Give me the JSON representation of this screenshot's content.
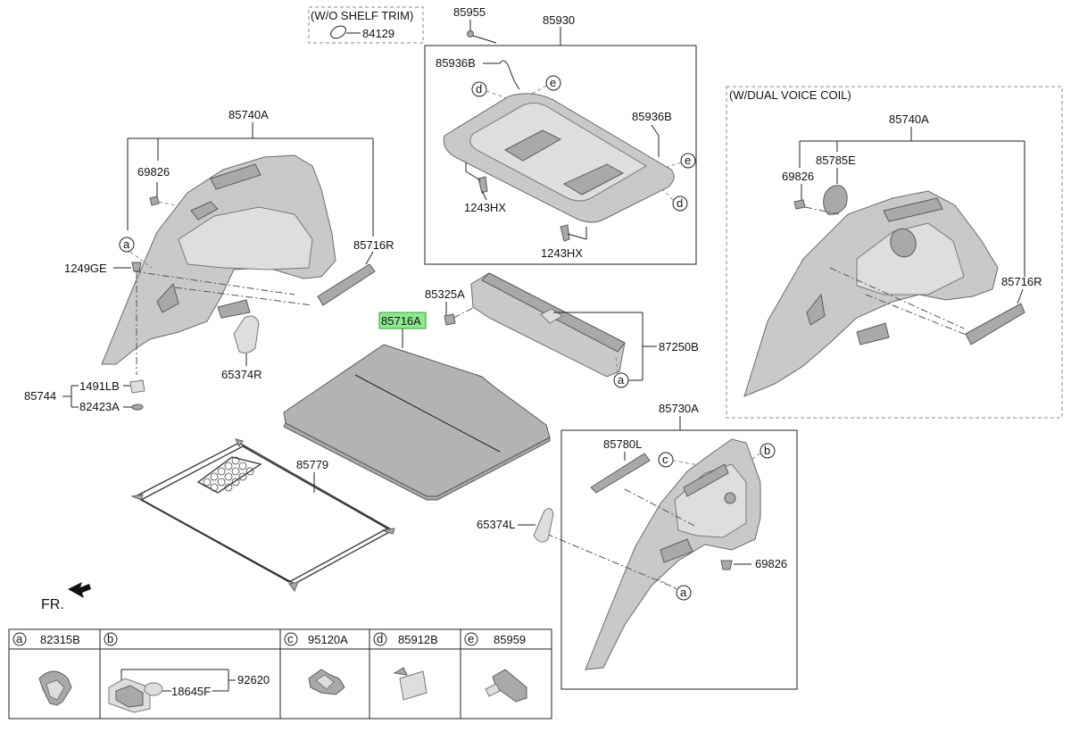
{
  "callouts": {
    "wo_shelf_trim": "(W/O SHELF TRIM)",
    "dual_voice_coil": "(W/DUAL VOICE COIL)",
    "fr": "FR."
  },
  "parts": {
    "p84129": "84129",
    "p85955": "85955",
    "p85930": "85930",
    "p85936B_a": "85936B",
    "p85936B_b": "85936B",
    "p1243HX_a": "1243HX",
    "p1243HX_b": "1243HX",
    "p85740A_l": "85740A",
    "p69826_l": "69826",
    "p85716R_l": "85716R",
    "p1249GE": "1249GE",
    "p65374R": "65374R",
    "p1491LB": "1491LB",
    "p85744": "85744",
    "p82423A": "82423A",
    "p85325A": "85325A",
    "p85716A": "85716A",
    "p87250B": "87250B",
    "p85779": "85779",
    "p85740A_r": "85740A",
    "p85785E": "85785E",
    "p69826_r": "69826",
    "p85716R_r": "85716R",
    "p85730A": "85730A",
    "p85780L": "85780L",
    "p65374L": "65374L",
    "p69826_b": "69826"
  },
  "letters": {
    "a": "a",
    "b": "b",
    "c": "c",
    "d": "d",
    "e": "e"
  },
  "legend": [
    {
      "letter": "a",
      "part": "82315B"
    },
    {
      "letter": "b",
      "part": "",
      "sub1": "18645F",
      "sub2": "92620"
    },
    {
      "letter": "c",
      "part": "95120A"
    },
    {
      "letter": "d",
      "part": "85912B"
    },
    {
      "letter": "e",
      "part": "85959"
    }
  ],
  "highlight_color": "#8ee88e"
}
